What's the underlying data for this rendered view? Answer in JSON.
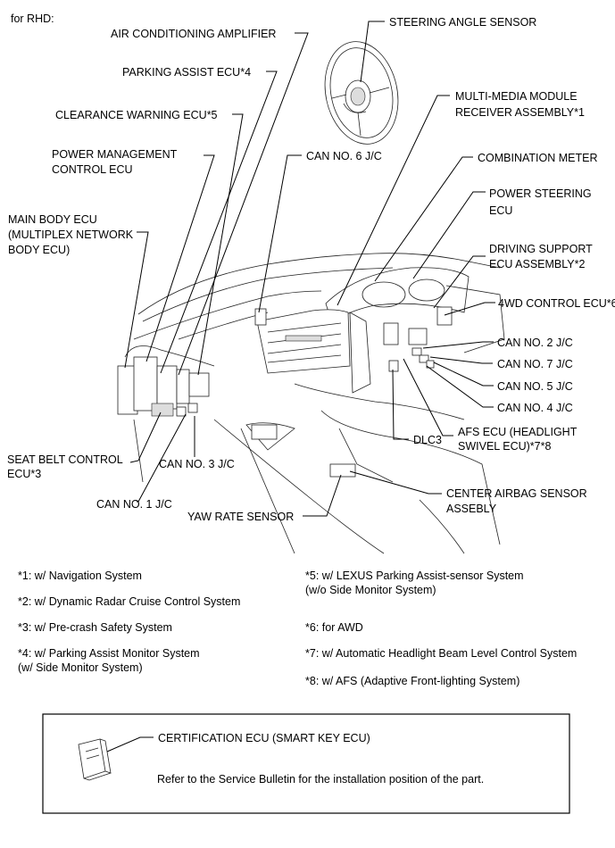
{
  "header": {
    "title": "for RHD:"
  },
  "labels": {
    "steering_angle_sensor": "STEERING ANGLE SENSOR",
    "air_conditioning_amplifier": "AIR CONDITIONING AMPLIFIER",
    "parking_assist_ecu": "PARKING ASSIST ECU*4",
    "multimedia_module_1": "MULTI-MEDIA MODULE",
    "multimedia_module_2": "RECEIVER ASSEMBLY*1",
    "clearance_warning_ecu": "CLEARANCE WARNING ECU*5",
    "power_management_1": "POWER MANAGEMENT",
    "power_management_2": "CONTROL ECU",
    "can_no6": "CAN NO. 6 J/C",
    "combination_meter": "COMBINATION METER",
    "power_steering_1": "POWER STEERING",
    "power_steering_2": "ECU",
    "main_body_1": "MAIN BODY ECU",
    "main_body_2": "(MULTIPLEX NETWORK",
    "main_body_3": "BODY ECU)",
    "driving_support_1": "DRIVING SUPPORT",
    "driving_support_2": "ECU ASSEMBLY*2",
    "awd_control": "4WD CONTROL ECU*6",
    "can_no2": "CAN NO. 2 J/C",
    "can_no7": "CAN NO. 7 J/C",
    "can_no5": "CAN NO. 5 J/C",
    "can_no4": "CAN NO. 4 J/C",
    "afs_1": "AFS ECU (HEADLIGHT",
    "afs_2": "SWIVEL ECU)*7*8",
    "dlc3": "DLC3",
    "seat_belt_1": "SEAT BELT CONTROL",
    "seat_belt_2": "ECU*3",
    "can_no3": "CAN NO. 3 J/C",
    "center_airbag_1": "CENTER AIRBAG SENSOR",
    "center_airbag_2": "ASSEBLY",
    "can_no1": "CAN NO. 1 J/C",
    "yaw_rate": "YAW RATE SENSOR"
  },
  "notes": {
    "n1": "*1: w/ Navigation System",
    "n2": "*2: w/ Dynamic Radar Cruise Control System",
    "n3": "*3: w/ Pre-crash Safety System",
    "n4a": "*4: w/ Parking Assist Monitor System",
    "n4b": "(w/ Side Monitor System)",
    "n5a": "*5: w/ LEXUS Parking Assist-sensor System",
    "n5b": "(w/o Side Monitor System)",
    "n6": "*6: for AWD",
    "n7": "*7: w/ Automatic Headlight Beam Level Control System",
    "n8": "*8: w/ AFS (Adaptive Front-lighting System)"
  },
  "certification_box": {
    "label": "CERTIFICATION ECU (SMART KEY ECU)",
    "text": "Refer to the Service Bulletin for the installation position of the part."
  }
}
